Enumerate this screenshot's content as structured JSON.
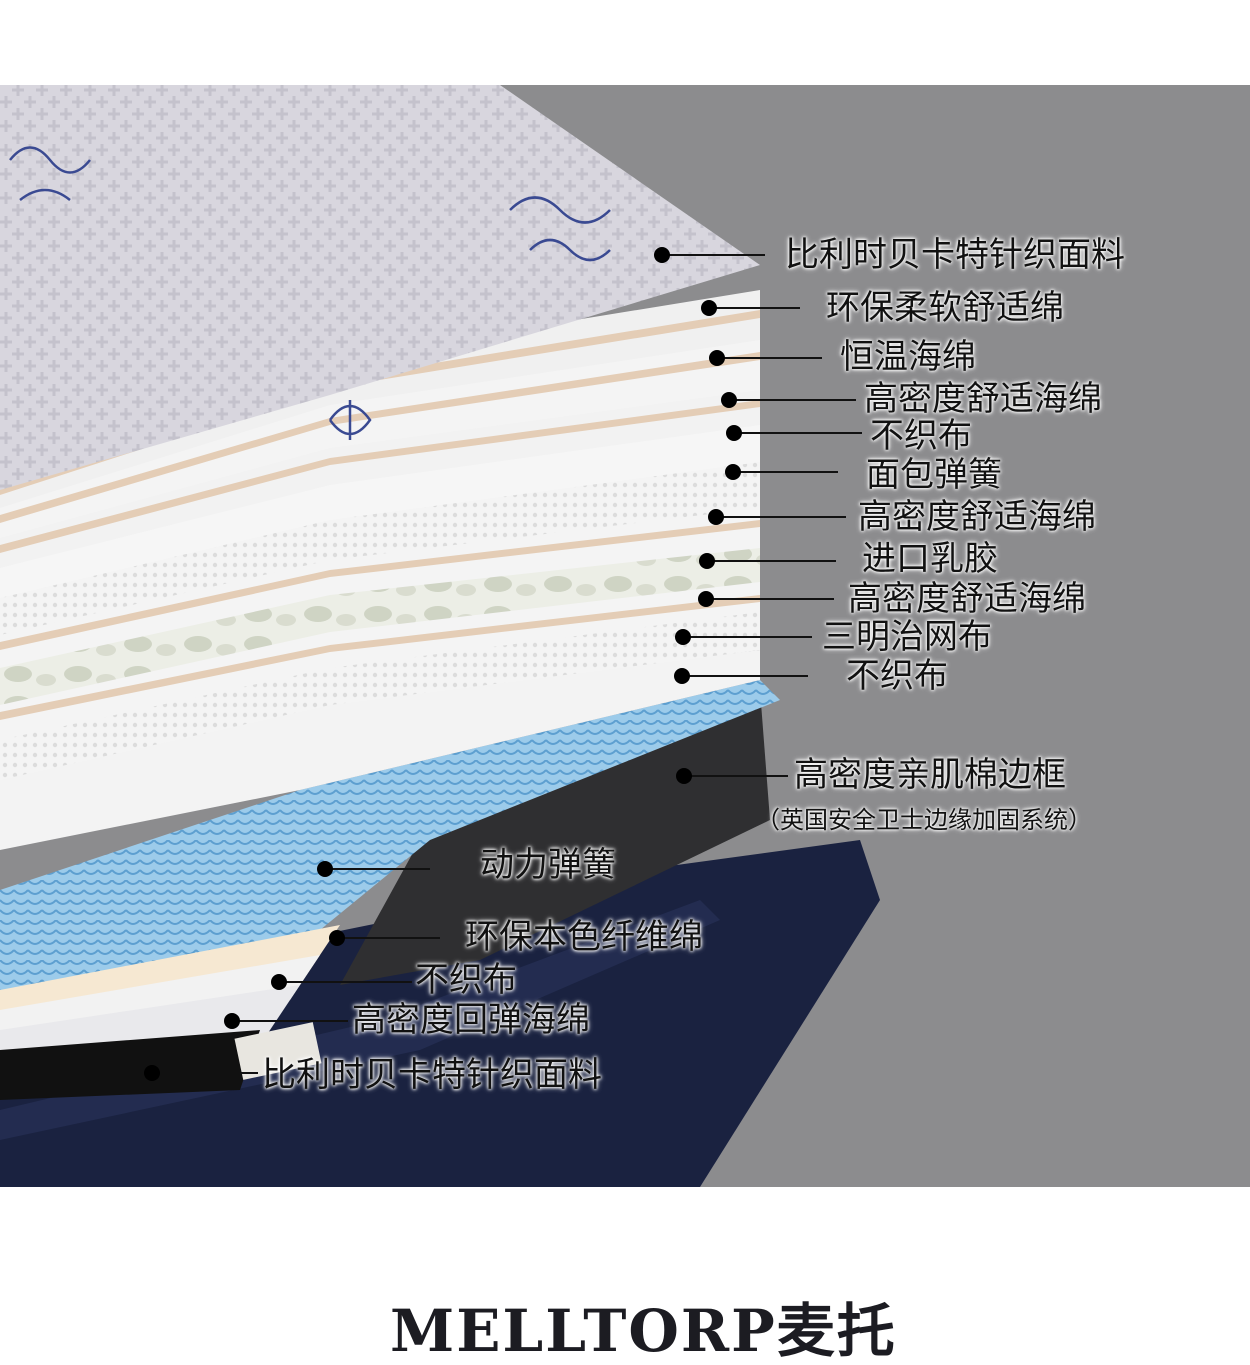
{
  "background_color": "#8c8c8e",
  "labels": [
    {
      "text": "比利时贝卡特针织面料"
    },
    {
      "text": "环保柔软舒适绵"
    },
    {
      "text": "恒温海绵"
    },
    {
      "text": "高密度舒适海绵"
    },
    {
      "text": "不织布"
    },
    {
      "text": "面包弹簧"
    },
    {
      "text": "高密度舒适海绵"
    },
    {
      "text": "进口乳胶"
    },
    {
      "text": "高密度舒适海绵"
    },
    {
      "text": "三明治网布"
    },
    {
      "text": "不织布"
    },
    {
      "text": "高密度亲肌棉边框"
    },
    {
      "text": "（英国安全卫士边缘加固系统）"
    },
    {
      "text": "动力弹簧"
    },
    {
      "text": "环保本色纤维绵"
    },
    {
      "text": "不织布"
    },
    {
      "text": "高密度回弹海绵"
    },
    {
      "text": "比利时贝卡特针织面料"
    }
  ],
  "brand": {
    "text": "MELLTORP麦托"
  },
  "colors": {
    "fabric": "#d6d4dc",
    "foam": "#f2f2f2",
    "beige": "#e4cdb6",
    "springs": "#8ec2e6",
    "frame": "#2e2e2e",
    "base": "#1a2240"
  }
}
